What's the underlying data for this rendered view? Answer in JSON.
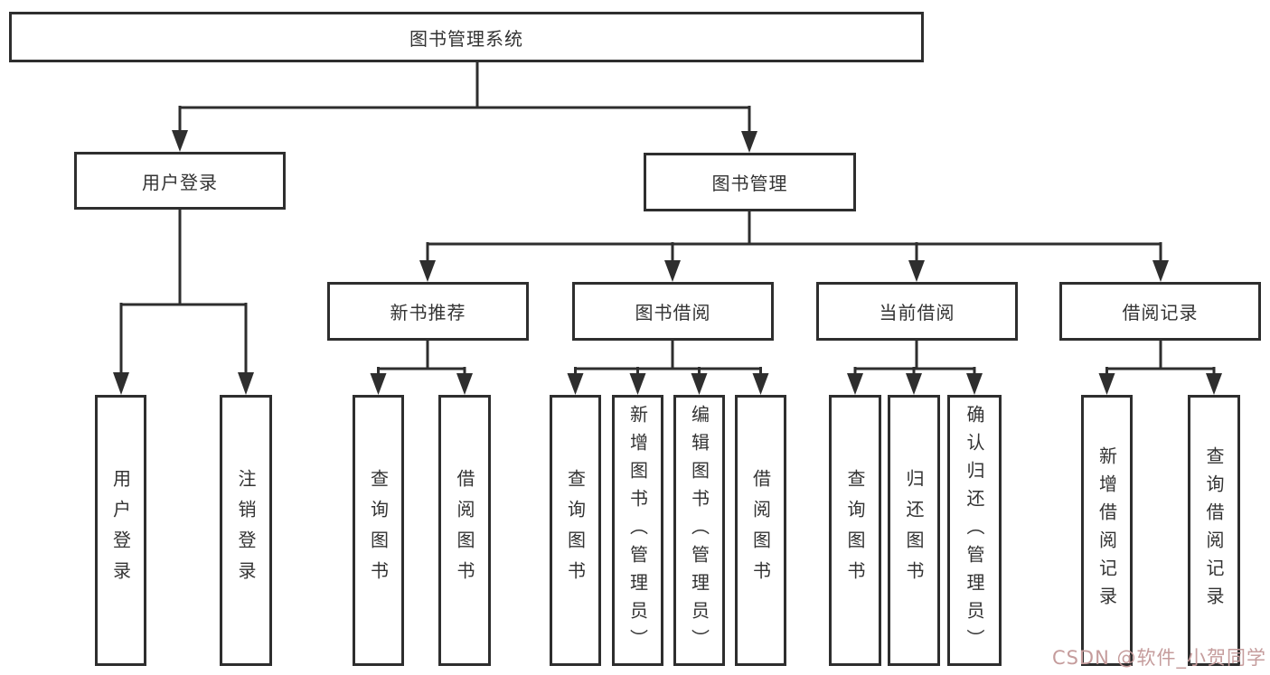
{
  "tree": {
    "label": "图书管理系统",
    "children": [
      {
        "label": "用户登录",
        "children": [
          {
            "label": "用户登录"
          },
          {
            "label": "注销登录"
          }
        ]
      },
      {
        "label": "图书管理",
        "children": [
          {
            "label": "新书推荐",
            "children": [
              {
                "label": "查询图书"
              },
              {
                "label": "借阅图书"
              }
            ]
          },
          {
            "label": "图书借阅",
            "children": [
              {
                "label": "查询图书"
              },
              {
                "label": "新增图书（管理员）"
              },
              {
                "label": "编辑图书（管理员）"
              },
              {
                "label": "借阅图书"
              }
            ]
          },
          {
            "label": "当前借阅",
            "children": [
              {
                "label": "查询图书"
              },
              {
                "label": "归还图书"
              },
              {
                "label": "确认归还（管理员）"
              }
            ]
          },
          {
            "label": "借阅记录",
            "children": [
              {
                "label": "新增借阅记录"
              },
              {
                "label": "查询借阅记录"
              }
            ]
          }
        ]
      }
    ]
  },
  "watermark": {
    "text": "CSDN @软件_小贺同学",
    "color": "#c59c9c"
  },
  "colors": {
    "line": "#2e2e2e",
    "box_border": "#2e2e2e",
    "text": "#333333",
    "background": "#ffffff"
  }
}
